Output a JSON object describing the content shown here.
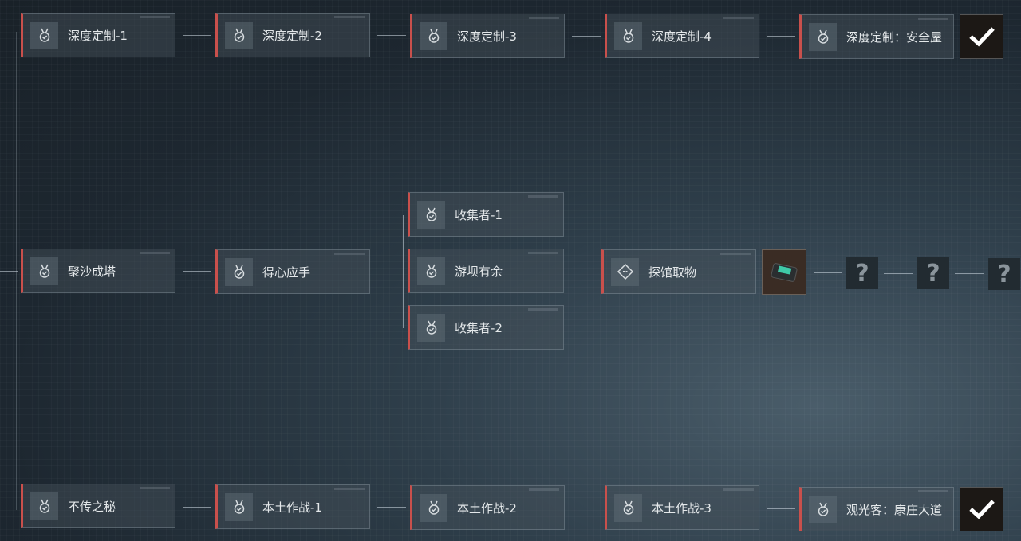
{
  "rows": {
    "top": [
      "深度定制-1",
      "深度定制-2",
      "深度定制-3",
      "深度定制-4",
      "深度定制：安全屋"
    ],
    "middle": {
      "start": "聚沙成塔",
      "second": "得心应手",
      "branches": [
        "收集者-1",
        "游坝有余",
        "收集者-2"
      ],
      "target": "探馆取物"
    },
    "bottom": [
      "不传之秘",
      "本土作战-1",
      "本土作战-2",
      "本土作战-3",
      "观光客：康庄大道"
    ]
  },
  "icons": {
    "node": "medal-check-icon",
    "target": "diamond-arrow-icon",
    "done": "checkmark-icon",
    "reward": "device-item-icon",
    "unknown": "question-mark-icon"
  },
  "unknown_label": "?",
  "colors": {
    "accent": "#c9504c",
    "text": "#e4e8ea"
  }
}
